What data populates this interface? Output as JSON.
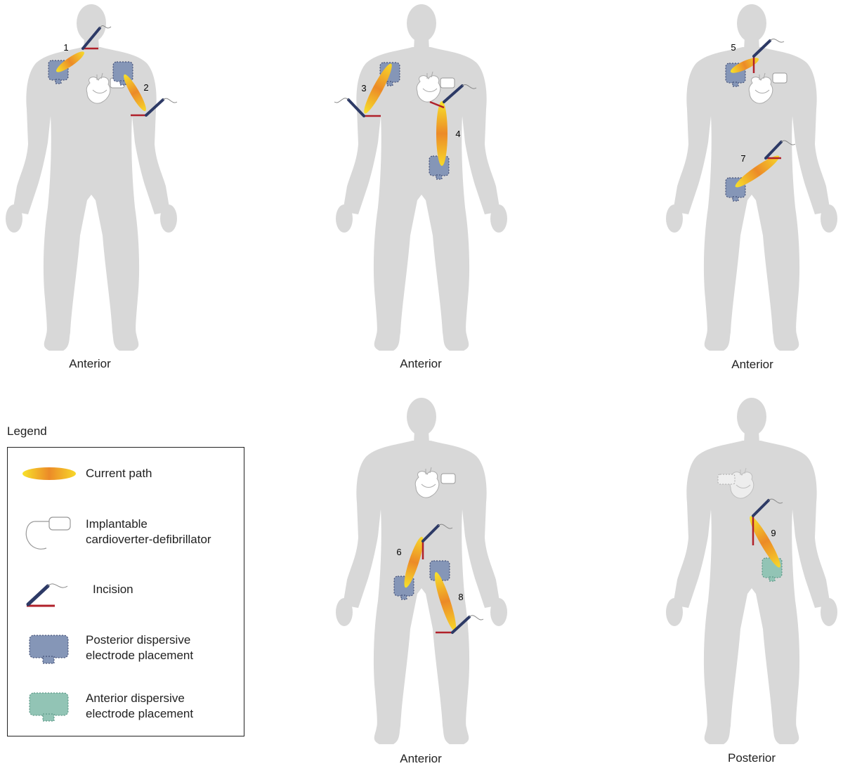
{
  "figures": [
    {
      "view": "Anterior",
      "markers": [
        "1",
        "2"
      ]
    },
    {
      "view": "Anterior",
      "markers": [
        "3",
        "4"
      ]
    },
    {
      "view": "Anterior",
      "markers": [
        "5",
        "7"
      ]
    },
    {
      "view": "Anterior",
      "markers": [
        "6",
        "8"
      ]
    },
    {
      "view": "Posterior",
      "markers": [
        "9"
      ]
    }
  ],
  "legend": {
    "title": "Legend",
    "items": [
      {
        "label": "Current path",
        "icon": "current-path-icon"
      },
      {
        "label_line1": "Implantable",
        "label_line2": "cardioverter-defibrillator",
        "icon": "icd-icon"
      },
      {
        "label": "Incision",
        "icon": "incision-icon"
      },
      {
        "label_line1": "Posterior dispersive",
        "label_line2": "electrode placement",
        "icon": "posterior-electrode-icon"
      },
      {
        "label_line1": "Anterior dispersive",
        "label_line2": "electrode placement",
        "icon": "anterior-electrode-icon"
      }
    ]
  },
  "colors": {
    "body": "#d8d8d8",
    "posterior_electrode": "#8596b7",
    "anterior_electrode": "#92c4b5",
    "incision": "#b0202a",
    "probe": "#2d3a66",
    "current_start": "#f7e22a",
    "current_end": "#ec8a28"
  }
}
